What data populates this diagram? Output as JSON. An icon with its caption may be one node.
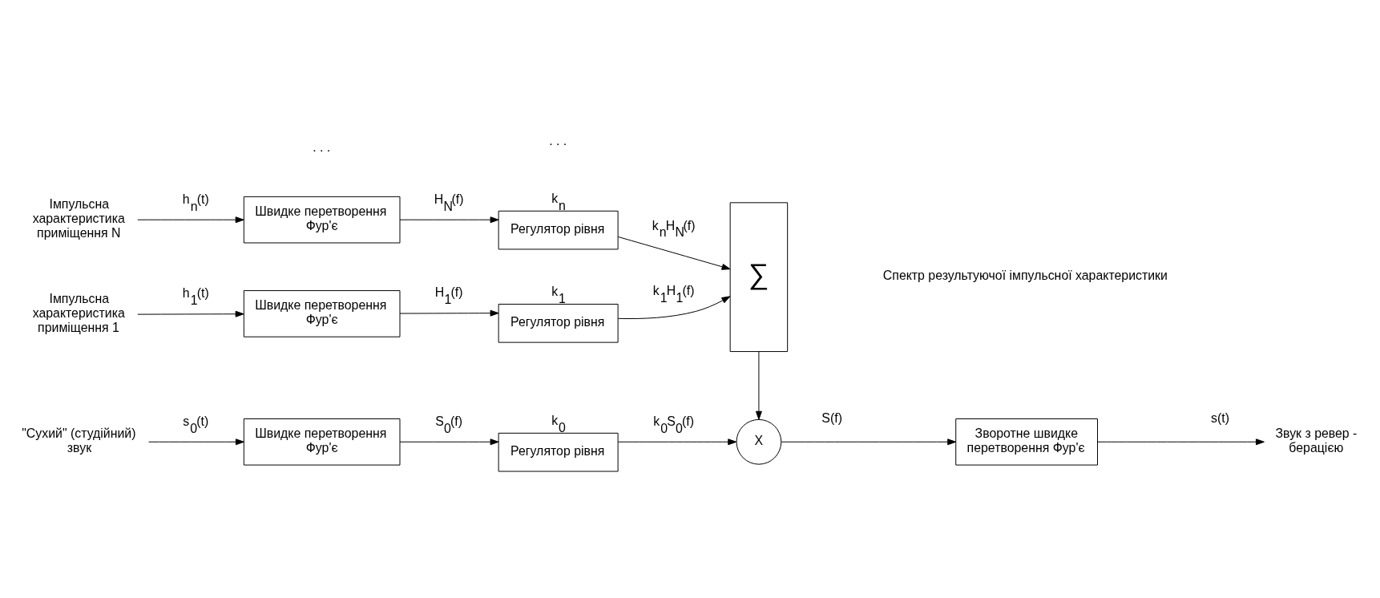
{
  "diagram": {
    "nodes": [
      {
        "text": [
          "\"Сухий\" (студійний) звук"
        ]
      },
      {
        "text": [
          "Швидке перетворення Фур'є"
        ]
      },
      {
        "text": [
          "Регулятор рівня"
        ],
        "beside": [
          "k$_{0}$"
        ]
      },
      {
        "text": [
          "X"
        ]
      },
      {
        "text": [
          "Зворотне швидке перетворення Фур'є"
        ]
      },
      {
        "text": [
          "Звук з ревер - берацією"
        ]
      },
      {
        "text": [
          "Імпульсна характеристика приміщення 1"
        ]
      },
      {
        "text": [
          "Швидке перетворення Фур'є"
        ]
      },
      {
        "text": [
          "Регулятор рівня"
        ],
        "beside": [
          "k$_{1}$"
        ]
      },
      {
        "text": [
          "∑"
        ]
      },
      {
        "text": [
          "Імпульсна характеристика приміщення N"
        ]
      },
      {
        "text": [
          "Швидке перетворення Фур'є"
        ]
      },
      {
        "text": [
          "Регулятор рівня"
        ],
        "beside": [
          "k$_{n}$"
        ]
      }
    ],
    "edges": [
      {
        "from": 0,
        "to": 1,
        "arrow": "to",
        "label": "s$_{0}$(t)"
      },
      {
        "from": 1,
        "to": 2,
        "arrow": "to",
        "label": "S$_{0}$(f)"
      },
      {
        "from": 2,
        "to": 3,
        "arrow": "to",
        "label": "k$_{0}$S$_{0}$(f)"
      },
      {
        "from": 3,
        "to": 4,
        "arrow": "to",
        "label": "S(f)"
      },
      {
        "from": 4,
        "to": 5,
        "arrow": "to",
        "label": "s(t)"
      },
      {
        "from": 6,
        "to": 7,
        "arrow": "to",
        "label": "h$_{1}$(t)"
      },
      {
        "from": 7,
        "to": 8,
        "arrow": "to",
        "label": "H$_{1}$(f)"
      },
      {
        "from": 8,
        "to": 9,
        "arrow": "to",
        "label": "k$_{1}$H$_{1}$(f)"
      },
      {
        "from": 10,
        "to": 11,
        "arrow": "to",
        "label": "h$_{n}$(t)"
      },
      {
        "from": 11,
        "to": 12,
        "arrow": "to",
        "label": "H$_{N}$(f)"
      },
      {
        "from": 12,
        "to": 9,
        "arrow": "to",
        "label": "k$_{n}$H$_{N}$(f)"
      },
      {
        "from": 9,
        "to": 3,
        "arrow": "to"
      }
    ],
    "labels": [
      ". . .",
      ". . .",
      "Спектр результуючої імпульсної характеристики"
    ]
  }
}
